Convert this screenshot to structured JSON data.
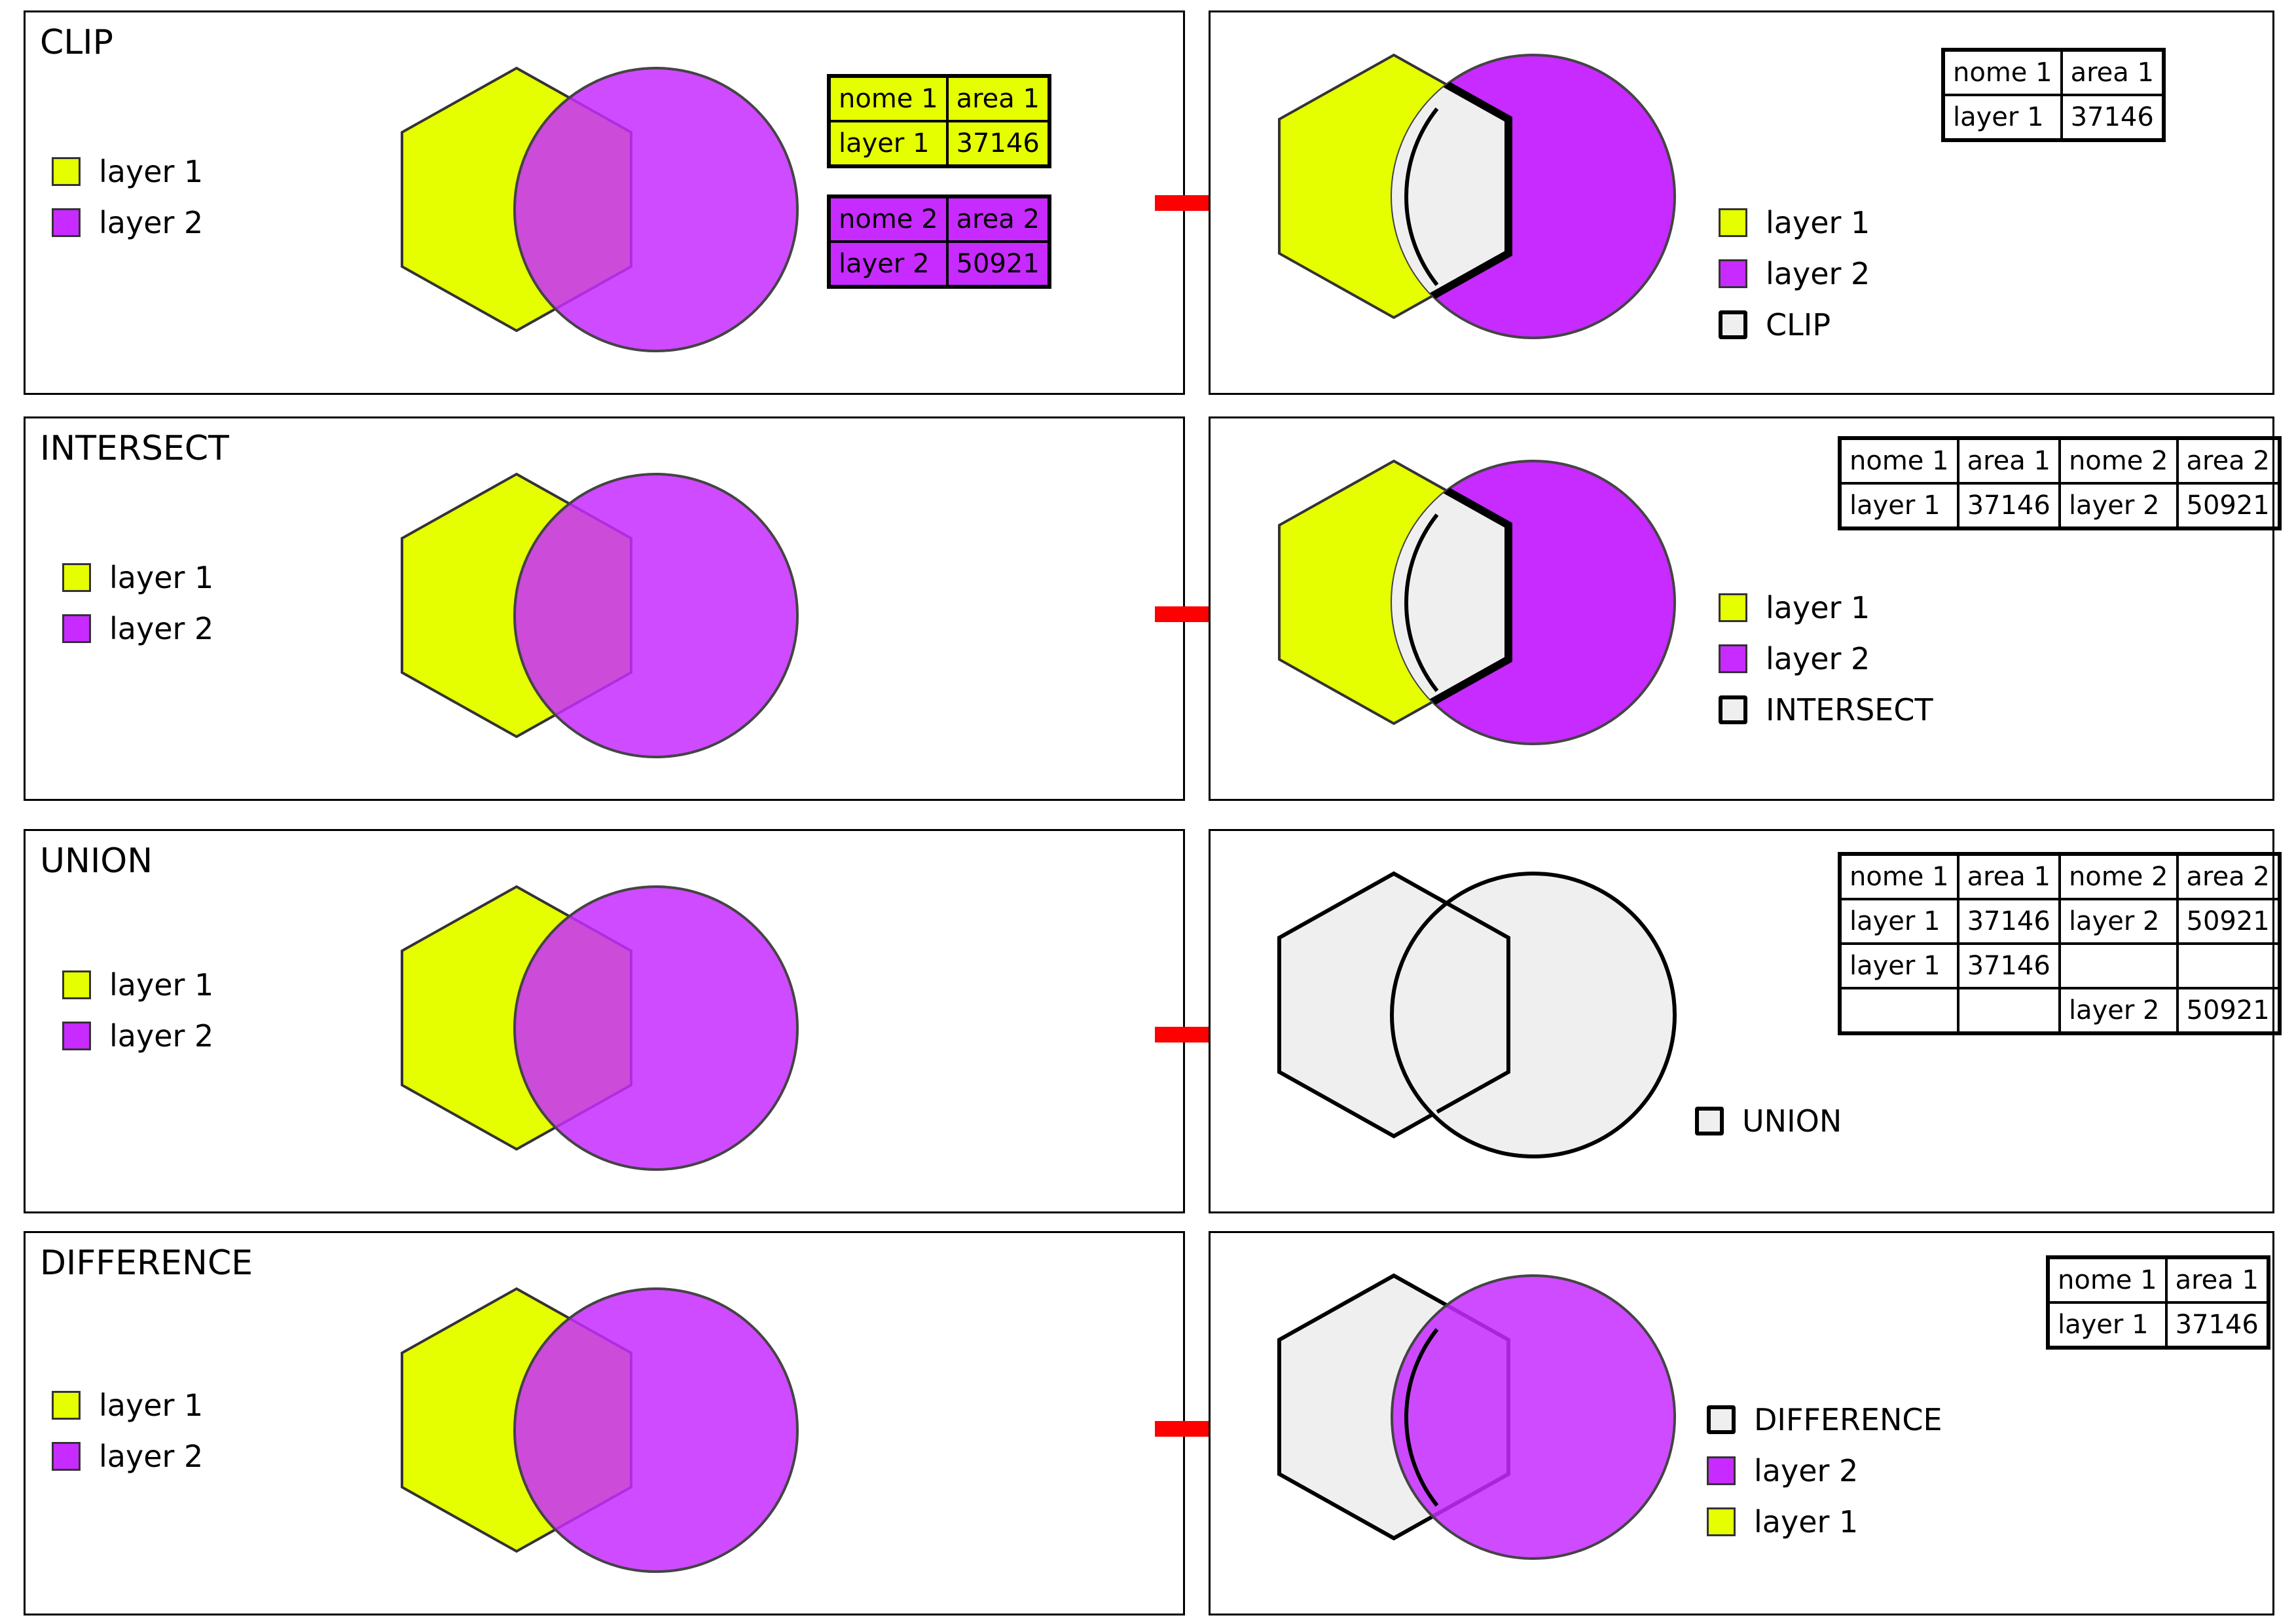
{
  "colors": {
    "layer1": "#e6ff00",
    "layer2": "#c72bff",
    "layer2_overlay": "rgba(199,43,255,0.85)",
    "result": "#efefef",
    "arrow": "#ff0000"
  },
  "rows": [
    {
      "title": "CLIP",
      "input_legend": [
        "layer 1",
        "layer 2"
      ],
      "input_tables": [
        {
          "style": "layer1",
          "header": [
            "nome 1",
            "area 1"
          ],
          "rows": [
            [
              "layer 1",
              "37146"
            ]
          ]
        },
        {
          "style": "layer2",
          "header": [
            "nome 2",
            "area 2"
          ],
          "rows": [
            [
              "layer 2",
              "50921"
            ]
          ]
        }
      ],
      "output_legend": [
        {
          "label": "layer 1",
          "kind": "layer1"
        },
        {
          "label": "layer 2",
          "kind": "layer2"
        },
        {
          "label": "CLIP",
          "kind": "result"
        }
      ],
      "output_table": {
        "header": [
          "nome 1",
          "area 1"
        ],
        "rows": [
          [
            "layer 1",
            "37146"
          ]
        ]
      }
    },
    {
      "title": "INTERSECT",
      "input_legend": [
        "layer 1",
        "layer 2"
      ],
      "output_legend": [
        {
          "label": "layer 1",
          "kind": "layer1"
        },
        {
          "label": "layer 2",
          "kind": "layer2"
        },
        {
          "label": "INTERSECT",
          "kind": "result"
        }
      ],
      "output_table": {
        "header": [
          "nome 1",
          "area 1",
          "nome 2",
          "area 2"
        ],
        "rows": [
          [
            "layer 1",
            "37146",
            "layer 2",
            "50921"
          ]
        ]
      }
    },
    {
      "title": "UNION",
      "input_legend": [
        "layer 1",
        "layer 2"
      ],
      "output_legend": [
        {
          "label": "UNION",
          "kind": "result"
        }
      ],
      "output_table": {
        "header": [
          "nome 1",
          "area 1",
          "nome 2",
          "area 2"
        ],
        "rows": [
          [
            "layer 1",
            "37146",
            "layer 2",
            "50921"
          ],
          [
            "layer 1",
            "37146",
            "",
            ""
          ],
          [
            "",
            "",
            "layer 2",
            "50921"
          ]
        ]
      }
    },
    {
      "title": "DIFFERENCE",
      "input_legend": [
        "layer 1",
        "layer 2"
      ],
      "output_legend": [
        {
          "label": "DIFFERENCE",
          "kind": "result"
        },
        {
          "label": "layer 2",
          "kind": "layer2"
        },
        {
          "label": "layer 1",
          "kind": "layer1"
        }
      ],
      "output_table": {
        "header": [
          "nome 1",
          "area 1"
        ],
        "rows": [
          [
            "layer 1",
            "37146"
          ]
        ]
      }
    }
  ]
}
